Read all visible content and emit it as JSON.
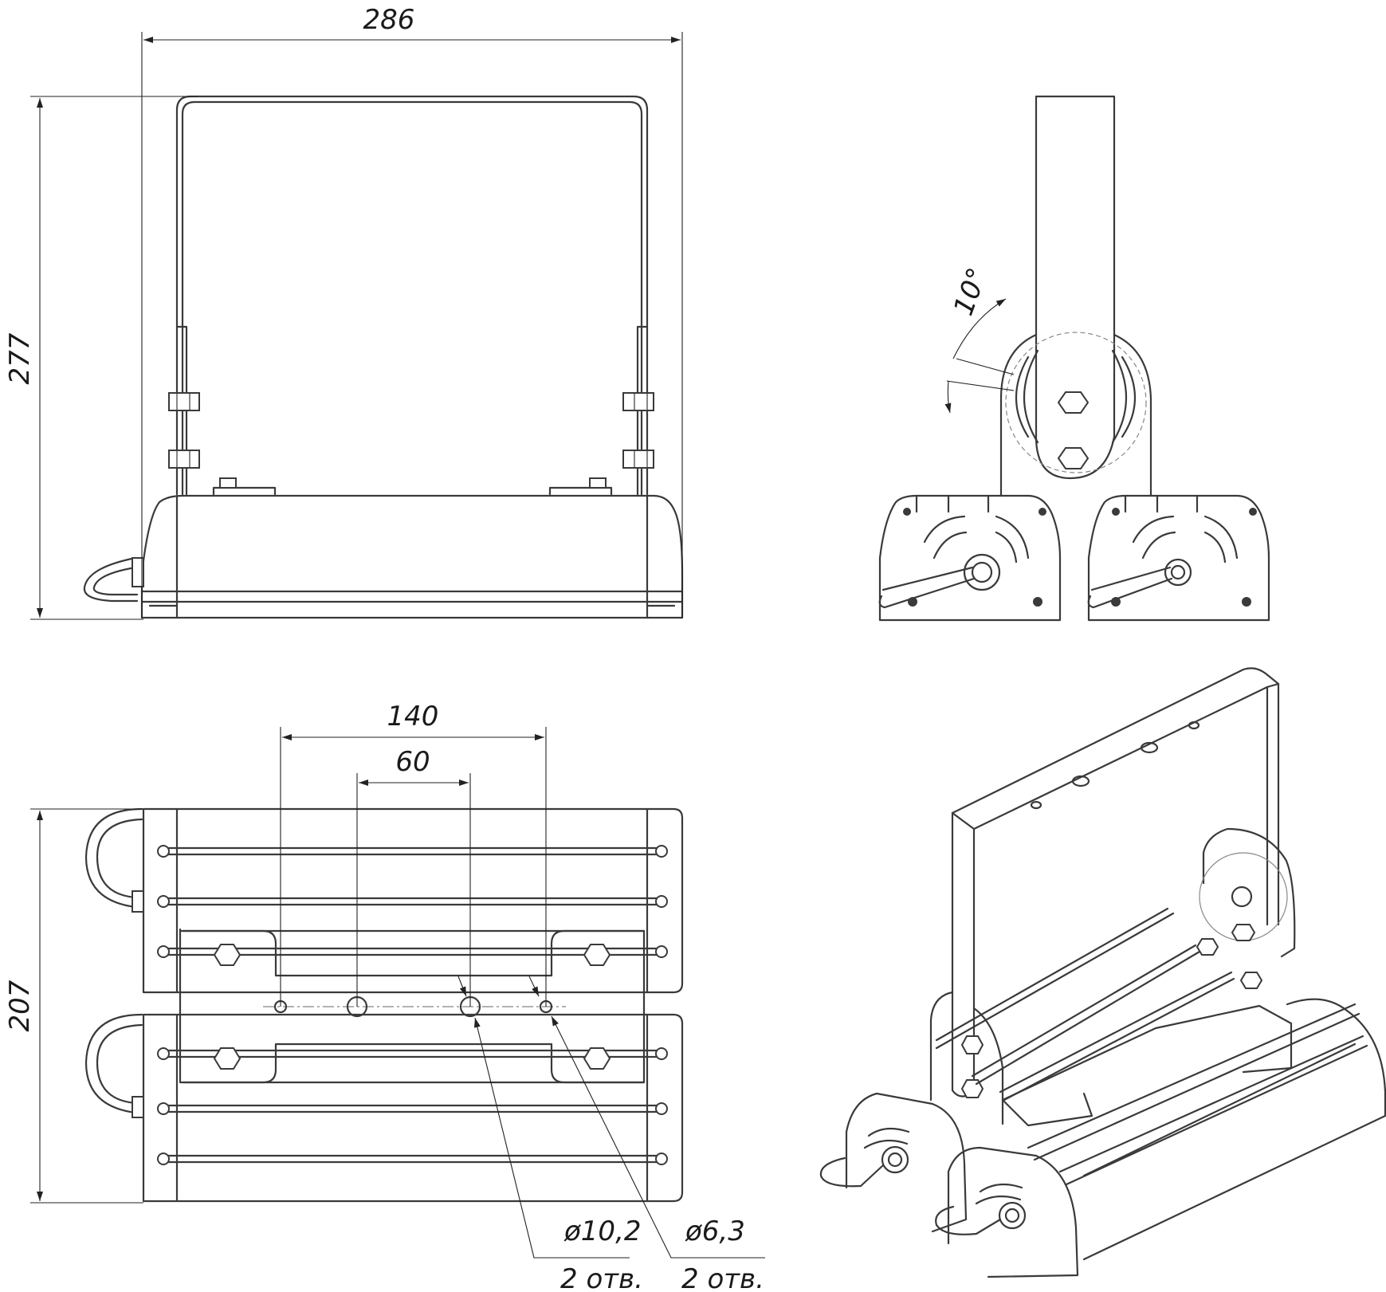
{
  "dimensions": {
    "width_front": "286",
    "height_front": "277",
    "depth_bottom": "207",
    "spacing_outer": "140",
    "spacing_inner": "60",
    "tilt_angle": "10°"
  },
  "callouts": {
    "large_hole_diameter": "ø10,2",
    "large_hole_count": "2 отв.",
    "small_hole_diameter": "ø6,3",
    "small_hole_count": "2 отв."
  },
  "colors": {
    "line": "#3a3a3a",
    "background": "#ffffff"
  }
}
